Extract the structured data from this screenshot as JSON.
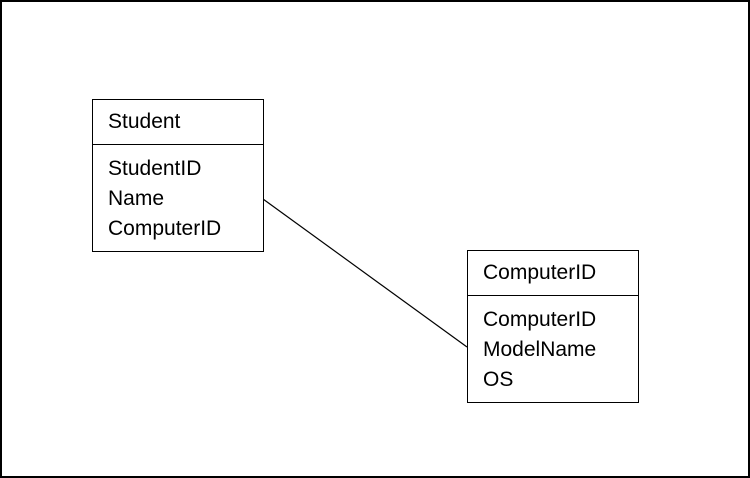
{
  "entities": [
    {
      "name": "Student",
      "fields": [
        "StudentID",
        "Name",
        "ComputerID"
      ]
    },
    {
      "name": "ComputerID",
      "fields": [
        "ComputerID",
        "ModelName",
        "OS"
      ]
    }
  ]
}
